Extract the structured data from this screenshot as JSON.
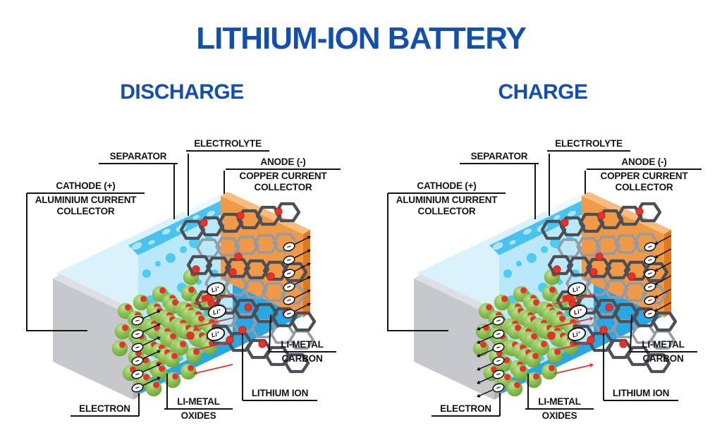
{
  "title": "LITHIUM-ION BATTERY",
  "panels": [
    {
      "id": "discharge",
      "heading": "DISCHARGE"
    },
    {
      "id": "charge",
      "heading": "CHARGE"
    }
  ],
  "labels": {
    "separator": "SEPARATOR",
    "electrolyte": "ELECTROLYTE",
    "anode": {
      "line1": "ANODE (-)",
      "line2": "COPPER CURRENT",
      "line3": "COLLECTOR"
    },
    "cathode": {
      "line1": "CATHODE (+)",
      "line2": "ALUMINIUM CURRENT",
      "line3": "COLLECTOR"
    },
    "electron": "ELECTRON",
    "li_metal_oxides": {
      "line1": "LI-METAL",
      "line2": "OXIDES"
    },
    "lithium_ion": "LITHIUM ION",
    "li_metal_carbon": {
      "line1": "LI-METAL",
      "line2": "CARBON"
    }
  },
  "symbols": {
    "electron": "−",
    "lithium_ion": "Li⁺"
  },
  "colors": {
    "accent_blue": "#124fae",
    "label_text": "#141414",
    "floor_blue": "#29a7e2",
    "pale_top": "#daf2fc",
    "pale_mid": "#cdeffc",
    "separator_top": "#4ac1ee",
    "separator_face": "#b9e8fa",
    "bubble": "#4ecbf2",
    "band_bubble": "#a9e6f9",
    "sphere_light": "#bfe393",
    "sphere_main": "#8ec257",
    "sphere_dark": "#699f31",
    "red": "#e8312b",
    "orange_face": "#f09a48",
    "orange_top": "#f7bd7f",
    "orange_side": "#e1791f",
    "gray_face": "#c7c8cc",
    "gray_top": "#dedfe2",
    "gray_side": "#b0b1b5",
    "lattice_dark": "#4b5058",
    "lattice_gray": "#959ba4"
  }
}
